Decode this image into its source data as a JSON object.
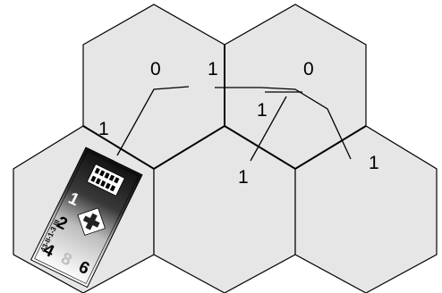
{
  "colors": {
    "hex_fill": "#e6e6e6",
    "hex_stroke": "#000000",
    "counter_light": "#ffffff",
    "counter_dark": "#111111",
    "faded_number": "#bfbfbf"
  },
  "map": {
    "route_labels": [
      "0",
      "1",
      "0",
      "1",
      "1",
      "1",
      "1"
    ]
  },
  "counter": {
    "id_text": "43-II-1-3 III",
    "unit_symbol": "tank-platoons-icon",
    "leader_symbol": "cross-insignia-icon",
    "values": {
      "top": "1",
      "mid": "2",
      "bottom_left": "4",
      "bottom_mid": "8",
      "bottom_right": "6"
    }
  }
}
